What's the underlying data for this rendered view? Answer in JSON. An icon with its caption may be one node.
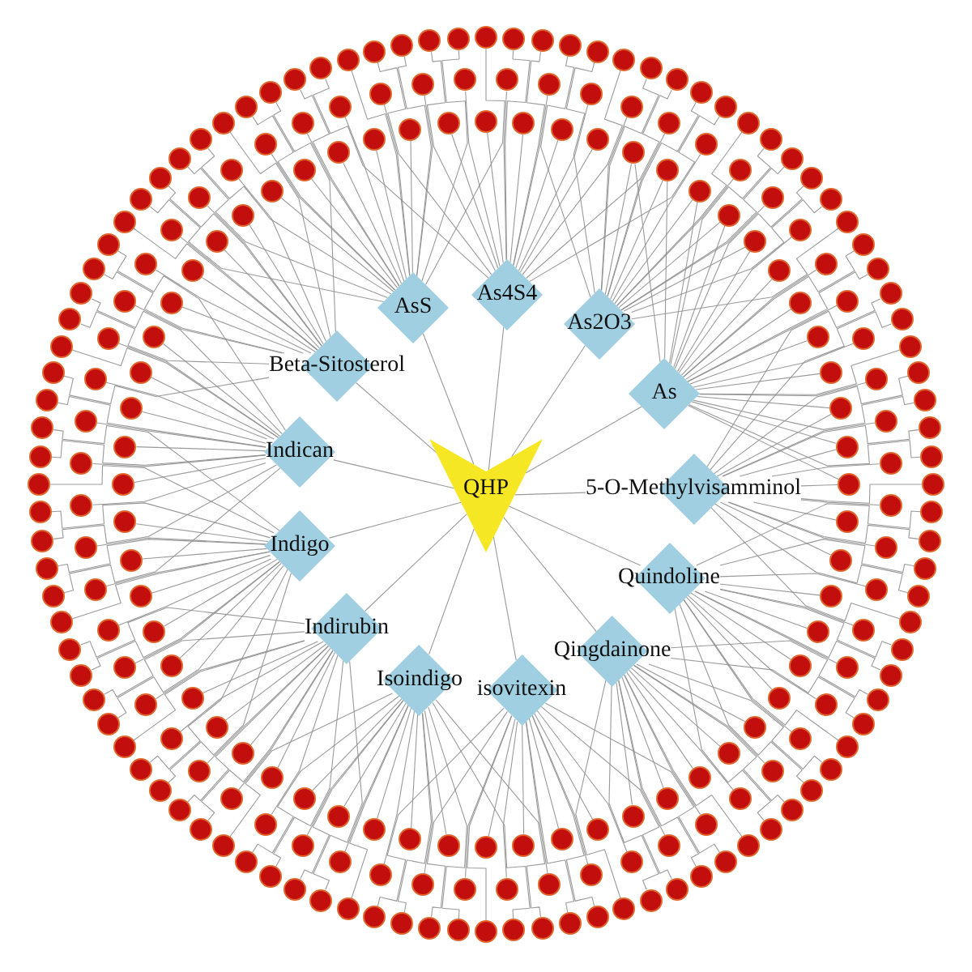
{
  "diagram": {
    "nodes": [
      {
        "text": [
          "QHP"
        ]
      },
      {
        "text": [
          "As4S4"
        ]
      },
      {
        "text": [
          "AsS"
        ]
      },
      {
        "text": [
          "As2O3"
        ]
      },
      {
        "text": [
          "Beta-Sitosterol"
        ]
      },
      {
        "text": [
          "As"
        ]
      },
      {
        "text": [
          "Indican"
        ]
      },
      {
        "text": [
          "5-O-Methylvisamminol"
        ]
      },
      {
        "text": [
          "Indigo"
        ]
      },
      {
        "text": [
          "Quindoline"
        ]
      },
      {
        "text": [
          "Indirubin"
        ]
      },
      {
        "text": [
          "Qingdainone"
        ]
      },
      {
        "text": [
          "Isoindigo"
        ]
      },
      {
        "text": [
          "isovitexin"
        ]
      },
      {
        "text": [],
        "shape": "circle"
      },
      {
        "text": [],
        "shape": "circle"
      },
      {
        "text": [],
        "shape": "circle"
      },
      {
        "text": [],
        "shape": "circle"
      },
      {
        "text": [],
        "shape": "circle"
      },
      {
        "text": [],
        "shape": "circle"
      },
      {
        "text": [],
        "shape": "circle"
      },
      {
        "text": [],
        "shape": "circle"
      },
      {
        "text": [],
        "shape": "circle"
      },
      {
        "text": [],
        "shape": "circle"
      },
      {
        "text": [],
        "shape": "circle"
      },
      {
        "text": [],
        "shape": "circle"
      },
      {
        "text": [],
        "shape": "circle"
      },
      {
        "text": [],
        "shape": "circle"
      },
      {
        "text": [],
        "shape": "circle"
      },
      {
        "text": [],
        "shape": "circle"
      },
      {
        "text": [],
        "shape": "circle"
      },
      {
        "text": [],
        "shape": "circle"
      },
      {
        "text": [],
        "shape": "circle"
      },
      {
        "text": [],
        "shape": "circle"
      },
      {
        "text": [],
        "shape": "circle"
      },
      {
        "text": [],
        "shape": "circle"
      },
      {
        "text": [],
        "shape": "circle"
      },
      {
        "text": [],
        "shape": "circle"
      },
      {
        "text": [],
        "shape": "circle"
      },
      {
        "text": [],
        "shape": "circle"
      },
      {
        "text": [],
        "shape": "circle"
      },
      {
        "text": [],
        "shape": "circle"
      },
      {
        "text": [],
        "shape": "circle"
      },
      {
        "text": [],
        "shape": "circle"
      },
      {
        "text": [],
        "shape": "circle"
      },
      {
        "text": [],
        "shape": "circle"
      },
      {
        "text": [],
        "shape": "circle"
      },
      {
        "text": [],
        "shape": "circle"
      },
      {
        "text": [],
        "shape": "circle"
      },
      {
        "text": [],
        "shape": "circle"
      },
      {
        "text": [],
        "shape": "circle"
      },
      {
        "text": [],
        "shape": "circle"
      },
      {
        "text": [],
        "shape": "circle"
      },
      {
        "text": [],
        "shape": "circle"
      },
      {
        "text": [],
        "shape": "circle"
      },
      {
        "text": [],
        "shape": "circle"
      },
      {
        "text": [],
        "shape": "circle"
      },
      {
        "text": [],
        "shape": "circle"
      },
      {
        "text": [],
        "shape": "circle"
      },
      {
        "text": [],
        "shape": "circle"
      },
      {
        "text": [],
        "shape": "circle"
      },
      {
        "text": [],
        "shape": "circle"
      },
      {
        "text": [],
        "shape": "circle"
      },
      {
        "text": [],
        "shape": "circle"
      },
      {
        "text": [],
        "shape": "circle"
      },
      {
        "text": [],
        "shape": "circle"
      },
      {
        "text": [],
        "shape": "circle"
      },
      {
        "text": [],
        "shape": "circle"
      },
      {
        "text": [],
        "shape": "circle"
      },
      {
        "text": [],
        "shape": "circle"
      },
      {
        "text": [],
        "shape": "circle"
      },
      {
        "text": [],
        "shape": "circle"
      },
      {
        "text": [],
        "shape": "circle"
      },
      {
        "text": [],
        "shape": "circle"
      },
      {
        "text": [],
        "shape": "circle"
      },
      {
        "text": [],
        "shape": "circle"
      },
      {
        "text": [],
        "shape": "circle"
      },
      {
        "text": [],
        "shape": "circle"
      },
      {
        "text": [],
        "shape": "circle"
      },
      {
        "text": [],
        "shape": "circle"
      },
      {
        "text": [],
        "shape": "circle"
      },
      {
        "text": [],
        "shape": "circle"
      },
      {
        "text": [],
        "shape": "circle"
      },
      {
        "text": [],
        "shape": "circle"
      },
      {
        "text": [],
        "shape": "circle"
      },
      {
        "text": [],
        "shape": "circle"
      },
      {
        "text": [],
        "shape": "circle"
      },
      {
        "text": [],
        "shape": "circle"
      },
      {
        "text": [],
        "shape": "circle"
      },
      {
        "text": [],
        "shape": "circle"
      },
      {
        "text": [],
        "shape": "circle"
      },
      {
        "text": [],
        "shape": "circle"
      },
      {
        "text": [],
        "shape": "circle"
      },
      {
        "text": [],
        "shape": "circle"
      },
      {
        "text": [],
        "shape": "circle"
      },
      {
        "text": [],
        "shape": "circle"
      },
      {
        "text": [],
        "shape": "circle"
      },
      {
        "text": [],
        "shape": "circle"
      },
      {
        "text": [],
        "shape": "circle"
      },
      {
        "text": [],
        "shape": "circle"
      },
      {
        "text": [],
        "shape": "circle"
      },
      {
        "text": [],
        "shape": "circle"
      },
      {
        "text": [],
        "shape": "circle"
      },
      {
        "text": [],
        "shape": "circle"
      },
      {
        "text": [],
        "shape": "circle"
      },
      {
        "text": [],
        "shape": "circle"
      },
      {
        "text": [],
        "shape": "circle"
      },
      {
        "text": [],
        "shape": "circle"
      },
      {
        "text": [],
        "shape": "circle"
      },
      {
        "text": [],
        "shape": "circle"
      },
      {
        "text": [],
        "shape": "circle"
      },
      {
        "text": [],
        "shape": "circle"
      },
      {
        "text": [],
        "shape": "circle"
      },
      {
        "text": [],
        "shape": "circle"
      },
      {
        "text": [],
        "shape": "circle"
      },
      {
        "text": [],
        "shape": "circle"
      },
      {
        "text": [],
        "shape": "circle"
      },
      {
        "text": [],
        "shape": "circle"
      },
      {
        "text": [],
        "shape": "circle"
      },
      {
        "text": [],
        "shape": "circle"
      },
      {
        "text": [],
        "shape": "circle"
      },
      {
        "text": [],
        "shape": "circle"
      },
      {
        "text": [],
        "shape": "circle"
      },
      {
        "text": [],
        "shape": "circle"
      },
      {
        "text": [],
        "shape": "circle"
      },
      {
        "text": [],
        "shape": "circle"
      },
      {
        "text": [],
        "shape": "circle"
      },
      {
        "text": [],
        "shape": "circle"
      },
      {
        "text": [],
        "shape": "circle"
      },
      {
        "text": [],
        "shape": "circle"
      },
      {
        "text": [],
        "shape": "circle"
      },
      {
        "text": [],
        "shape": "circle"
      },
      {
        "text": [],
        "shape": "circle"
      },
      {
        "text": [],
        "shape": "circle"
      },
      {
        "text": [],
        "shape": "circle"
      },
      {
        "text": [],
        "shape": "circle"
      },
      {
        "text": [],
        "shape": "circle"
      },
      {
        "text": [],
        "shape": "circle"
      },
      {
        "text": [],
        "shape": "circle"
      },
      {
        "text": [],
        "shape": "circle"
      },
      {
        "text": [],
        "shape": "circle"
      },
      {
        "text": [],
        "shape": "circle"
      },
      {
        "text": [],
        "shape": "circle"
      },
      {
        "text": [],
        "shape": "circle"
      },
      {
        "text": [],
        "shape": "circle"
      },
      {
        "text": [],
        "shape": "circle"
      },
      {
        "text": [],
        "shape": "circle"
      },
      {
        "text": [],
        "shape": "circle"
      },
      {
        "text": [],
        "shape": "circle"
      },
      {
        "text": [],
        "shape": "circle"
      },
      {
        "text": [],
        "shape": "circle"
      },
      {
        "text": [],
        "shape": "circle"
      },
      {
        "text": [],
        "shape": "circle"
      },
      {
        "text": [],
        "shape": "circle"
      },
      {
        "text": [],
        "shape": "circle"
      },
      {
        "text": [],
        "shape": "circle"
      },
      {
        "text": [],
        "shape": "circle"
      },
      {
        "text": [],
        "shape": "circle"
      },
      {
        "text": [],
        "shape": "circle"
      },
      {
        "text": [],
        "shape": "circle"
      },
      {
        "text": [],
        "shape": "circle"
      },
      {
        "text": [],
        "shape": "circle"
      },
      {
        "text": [],
        "shape": "circle"
      },
      {
        "text": [],
        "shape": "circle"
      },
      {
        "text": [],
        "shape": "circle"
      },
      {
        "text": [],
        "shape": "circle"
      },
      {
        "text": [],
        "shape": "circle"
      },
      {
        "text": [],
        "shape": "circle"
      },
      {
        "text": [],
        "shape": "circle"
      },
      {
        "text": [],
        "shape": "circle"
      },
      {
        "text": [],
        "shape": "circle"
      },
      {
        "text": [],
        "shape": "circle"
      },
      {
        "text": [],
        "shape": "circle"
      },
      {
        "text": [],
        "shape": "circle"
      },
      {
        "text": [],
        "shape": "circle"
      },
      {
        "text": [],
        "shape": "circle"
      },
      {
        "text": [],
        "shape": "circle"
      },
      {
        "text": [],
        "shape": "circle"
      },
      {
        "text": [],
        "shape": "circle"
      },
      {
        "text": [],
        "shape": "circle"
      },
      {
        "text": [],
        "shape": "circle"
      },
      {
        "text": [],
        "shape": "circle"
      },
      {
        "text": [],
        "shape": "circle"
      },
      {
        "text": [],
        "shape": "circle"
      },
      {
        "text": [],
        "shape": "circle"
      },
      {
        "text": [],
        "shape": "circle"
      },
      {
        "text": [],
        "shape": "circle"
      },
      {
        "text": [],
        "shape": "circle"
      },
      {
        "text": [],
        "shape": "circle"
      },
      {
        "text": [],
        "shape": "circle"
      },
      {
        "text": [],
        "shape": "circle"
      },
      {
        "text": [],
        "shape": "circle"
      },
      {
        "text": [],
        "shape": "circle"
      },
      {
        "text": [],
        "shape": "circle"
      },
      {
        "text": [],
        "shape": "circle"
      },
      {
        "text": [],
        "shape": "circle"
      },
      {
        "text": [],
        "shape": "circle"
      },
      {
        "text": [],
        "shape": "circle"
      },
      {
        "text": [],
        "shape": "circle"
      },
      {
        "text": [],
        "shape": "circle"
      },
      {
        "text": [],
        "shape": "circle"
      },
      {
        "text": [],
        "shape": "circle"
      },
      {
        "text": [],
        "shape": "circle"
      },
      {
        "text": [],
        "shape": "circle"
      },
      {
        "text": [],
        "shape": "circle"
      },
      {
        "text": [],
        "shape": "circle"
      },
      {
        "text": [],
        "shape": "circle"
      },
      {
        "text": [],
        "shape": "circle"
      },
      {
        "text": [],
        "shape": "circle"
      },
      {
        "text": [],
        "shape": "circle"
      },
      {
        "text": [],
        "shape": "circle"
      },
      {
        "text": [],
        "shape": "circle"
      },
      {
        "text": [],
        "shape": "circle"
      },
      {
        "text": [],
        "shape": "circle"
      },
      {
        "text": [],
        "shape": "circle"
      },
      {
        "text": [],
        "shape": "circle"
      },
      {
        "text": [],
        "shape": "circle"
      },
      {
        "text": [],
        "shape": "circle"
      },
      {
        "text": [],
        "shape": "circle"
      },
      {
        "text": [],
        "shape": "circle"
      },
      {
        "text": [],
        "shape": "circle"
      },
      {
        "text": [],
        "shape": "circle"
      },
      {
        "text": [],
        "shape": "circle"
      },
      {
        "text": [],
        "shape": "circle"
      },
      {
        "text": [],
        "shape": "circle"
      },
      {
        "text": [],
        "shape": "circle"
      },
      {
        "text": [],
        "shape": "circle"
      },
      {
        "text": [],
        "shape": "circle"
      },
      {
        "text": [],
        "shape": "circle"
      },
      {
        "text": [],
        "shape": "circle"
      },
      {
        "text": [],
        "shape": "circle"
      },
      {
        "text": [],
        "shape": "circle"
      },
      {
        "text": [],
        "shape": "circle"
      },
      {
        "text": [],
        "shape": "circle"
      }
    ],
    "edges": [
      {
        "from": 0,
        "to": 1,
        "arrow": "none"
      },
      {
        "from": 0,
        "to": 2,
        "arrow": "none"
      },
      {
        "from": 0,
        "to": 3,
        "arrow": "none"
      },
      {
        "from": 0,
        "to": 4,
        "arrow": "none"
      },
      {
        "from": 0,
        "to": 5,
        "arrow": "none"
      },
      {
        "from": 0,
        "to": 6,
        "arrow": "none"
      },
      {
        "from": 0,
        "to": 7,
        "arrow": "none"
      },
      {
        "from": 0,
        "to": 8,
        "arrow": "none"
      },
      {
        "from": 0,
        "to": 9,
        "arrow": "none"
      },
      {
        "from": 0,
        "to": 10,
        "arrow": "none"
      },
      {
        "from": 0,
        "to": 11,
        "arrow": "none"
      },
      {
        "from": 0,
        "to": 12,
        "arrow": "none"
      },
      {
        "from": 0,
        "to": 13,
        "arrow": "none"
      },
      {
        "from": 2,
        "to": 14,
        "arrow": "none"
      },
      {
        "from": 1,
        "to": 15,
        "arrow": "none"
      },
      {
        "from": 1,
        "to": 16,
        "arrow": "none"
      },
      {
        "from": 3,
        "to": 17,
        "arrow": "none"
      },
      {
        "from": 3,
        "to": 18,
        "arrow": "none"
      },
      {
        "from": 1,
        "to": 19,
        "arrow": "none"
      },
      {
        "from": 3,
        "to": 20,
        "arrow": "none"
      },
      {
        "from": 1,
        "to": 21,
        "arrow": "none"
      },
      {
        "from": 3,
        "to": 22,
        "arrow": "none"
      },
      {
        "from": 1,
        "to": 23,
        "arrow": "none"
      },
      {
        "from": 3,
        "to": 24,
        "arrow": "none"
      },
      {
        "from": 5,
        "to": 25,
        "arrow": "none"
      },
      {
        "from": 3,
        "to": 26,
        "arrow": "none"
      },
      {
        "from": 5,
        "to": 27,
        "arrow": "none"
      },
      {
        "from": 3,
        "to": 28,
        "arrow": "none"
      },
      {
        "from": 3,
        "to": 29,
        "arrow": "none"
      },
      {
        "from": 5,
        "to": 30,
        "arrow": "none"
      },
      {
        "from": 5,
        "to": 31,
        "arrow": "none"
      },
      {
        "from": 7,
        "to": 32,
        "arrow": "none"
      },
      {
        "from": 7,
        "to": 33,
        "arrow": "none"
      },
      {
        "from": 5,
        "to": 34,
        "arrow": "none"
      },
      {
        "from": 7,
        "to": 35,
        "arrow": "none"
      },
      {
        "from": 5,
        "to": 36,
        "arrow": "none"
      },
      {
        "from": 7,
        "to": 37,
        "arrow": "none"
      },
      {
        "from": 5,
        "to": 38,
        "arrow": "none"
      },
      {
        "from": 7,
        "to": 39,
        "arrow": "none"
      },
      {
        "from": 9,
        "to": 40,
        "arrow": "none"
      },
      {
        "from": 7,
        "to": 41,
        "arrow": "none"
      },
      {
        "from": 9,
        "to": 42,
        "arrow": "none"
      },
      {
        "from": 7,
        "to": 43,
        "arrow": "none"
      },
      {
        "from": 7,
        "to": 44,
        "arrow": "none"
      },
      {
        "from": 9,
        "to": 45,
        "arrow": "none"
      },
      {
        "from": 9,
        "to": 46,
        "arrow": "none"
      },
      {
        "from": 11,
        "to": 47,
        "arrow": "none"
      },
      {
        "from": 11,
        "to": 48,
        "arrow": "none"
      },
      {
        "from": 9,
        "to": 49,
        "arrow": "none"
      },
      {
        "from": 11,
        "to": 50,
        "arrow": "none"
      },
      {
        "from": 9,
        "to": 51,
        "arrow": "none"
      },
      {
        "from": 11,
        "to": 52,
        "arrow": "none"
      },
      {
        "from": 9,
        "to": 53,
        "arrow": "none"
      },
      {
        "from": 11,
        "to": 54,
        "arrow": "none"
      },
      {
        "from": 13,
        "to": 55,
        "arrow": "none"
      },
      {
        "from": 11,
        "to": 56,
        "arrow": "none"
      },
      {
        "from": 13,
        "to": 57,
        "arrow": "none"
      },
      {
        "from": 11,
        "to": 58,
        "arrow": "none"
      },
      {
        "from": 11,
        "to": 59,
        "arrow": "none"
      },
      {
        "from": 13,
        "to": 60,
        "arrow": "none"
      },
      {
        "from": 13,
        "to": 61,
        "arrow": "none"
      },
      {
        "from": 12,
        "to": 62,
        "arrow": "none"
      },
      {
        "from": 12,
        "to": 63,
        "arrow": "none"
      },
      {
        "from": 13,
        "to": 64,
        "arrow": "none"
      },
      {
        "from": 12,
        "to": 65,
        "arrow": "none"
      },
      {
        "from": 13,
        "to": 66,
        "arrow": "none"
      },
      {
        "from": 12,
        "to": 67,
        "arrow": "none"
      },
      {
        "from": 13,
        "to": 68,
        "arrow": "none"
      },
      {
        "from": 12,
        "to": 69,
        "arrow": "none"
      },
      {
        "from": 10,
        "to": 70,
        "arrow": "none"
      },
      {
        "from": 12,
        "to": 71,
        "arrow": "none"
      },
      {
        "from": 10,
        "to": 72,
        "arrow": "none"
      },
      {
        "from": 12,
        "to": 73,
        "arrow": "none"
      },
      {
        "from": 12,
        "to": 74,
        "arrow": "none"
      },
      {
        "from": 10,
        "to": 75,
        "arrow": "none"
      },
      {
        "from": 10,
        "to": 76,
        "arrow": "none"
      },
      {
        "from": 8,
        "to": 77,
        "arrow": "none"
      },
      {
        "from": 8,
        "to": 78,
        "arrow": "none"
      },
      {
        "from": 10,
        "to": 79,
        "arrow": "none"
      },
      {
        "from": 8,
        "to": 80,
        "arrow": "none"
      },
      {
        "from": 10,
        "to": 81,
        "arrow": "none"
      },
      {
        "from": 8,
        "to": 82,
        "arrow": "none"
      },
      {
        "from": 10,
        "to": 83,
        "arrow": "none"
      },
      {
        "from": 8,
        "to": 84,
        "arrow": "none"
      },
      {
        "from": 6,
        "to": 85,
        "arrow": "none"
      },
      {
        "from": 8,
        "to": 86,
        "arrow": "none"
      },
      {
        "from": 6,
        "to": 87,
        "arrow": "none"
      },
      {
        "from": 8,
        "to": 88,
        "arrow": "none"
      },
      {
        "from": 8,
        "to": 89,
        "arrow": "none"
      },
      {
        "from": 6,
        "to": 90,
        "arrow": "none"
      },
      {
        "from": 8,
        "to": 91,
        "arrow": "none"
      },
      {
        "from": 6,
        "to": 92,
        "arrow": "none"
      },
      {
        "from": 4,
        "to": 93,
        "arrow": "none"
      },
      {
        "from": 6,
        "to": 94,
        "arrow": "none"
      },
      {
        "from": 4,
        "to": 95,
        "arrow": "none"
      },
      {
        "from": 6,
        "to": 96,
        "arrow": "none"
      },
      {
        "from": 4,
        "to": 97,
        "arrow": "none"
      },
      {
        "from": 6,
        "to": 98,
        "arrow": "none"
      },
      {
        "from": 4,
        "to": 99,
        "arrow": "none"
      },
      {
        "from": 2,
        "to": 100,
        "arrow": "none"
      },
      {
        "from": 4,
        "to": 101,
        "arrow": "none"
      },
      {
        "from": 2,
        "to": 102,
        "arrow": "none"
      },
      {
        "from": 2,
        "to": 103,
        "arrow": "none"
      },
      {
        "from": 4,
        "to": 104,
        "arrow": "none"
      },
      {
        "from": 2,
        "to": 105,
        "arrow": "none"
      },
      {
        "from": 4,
        "to": 106,
        "arrow": "none"
      },
      {
        "from": 2,
        "to": 107,
        "arrow": "none"
      },
      {
        "from": 1,
        "to": 108,
        "arrow": "none"
      },
      {
        "from": 2,
        "to": 109,
        "arrow": "none"
      },
      {
        "from": 1,
        "to": 110,
        "arrow": "none"
      },
      {
        "from": 2,
        "to": 111,
        "arrow": "none"
      },
      {
        "from": 1,
        "to": 112,
        "arrow": "none"
      },
      {
        "from": 2,
        "to": 113,
        "arrow": "none"
      },
      {
        "from": 1,
        "to": 114,
        "arrow": "none"
      },
      {
        "from": 1,
        "to": 115,
        "arrow": "none"
      },
      {
        "from": 1,
        "to": 116,
        "arrow": "none"
      },
      {
        "from": 3,
        "to": 117,
        "arrow": "none"
      },
      {
        "from": 3,
        "to": 118,
        "arrow": "none"
      },
      {
        "from": 3,
        "to": 119,
        "arrow": "none"
      },
      {
        "from": 3,
        "to": 120,
        "arrow": "none"
      },
      {
        "from": 3,
        "to": 121,
        "arrow": "none"
      },
      {
        "from": 5,
        "to": 122,
        "arrow": "none"
      },
      {
        "from": 5,
        "to": 123,
        "arrow": "none"
      },
      {
        "from": 5,
        "to": 124,
        "arrow": "none"
      },
      {
        "from": 5,
        "to": 125,
        "arrow": "none"
      },
      {
        "from": 5,
        "to": 126,
        "arrow": "none"
      },
      {
        "from": 7,
        "to": 127,
        "arrow": "none"
      },
      {
        "from": 7,
        "to": 128,
        "arrow": "none"
      },
      {
        "from": 7,
        "to": 129,
        "arrow": "none"
      },
      {
        "from": 7,
        "to": 130,
        "arrow": "none"
      },
      {
        "from": 9,
        "to": 131,
        "arrow": "none"
      },
      {
        "from": 9,
        "to": 132,
        "arrow": "none"
      },
      {
        "from": 9,
        "to": 133,
        "arrow": "none"
      },
      {
        "from": 9,
        "to": 134,
        "arrow": "none"
      },
      {
        "from": 9,
        "to": 135,
        "arrow": "none"
      },
      {
        "from": 11,
        "to": 136,
        "arrow": "none"
      },
      {
        "from": 11,
        "to": 137,
        "arrow": "none"
      },
      {
        "from": 11,
        "to": 138,
        "arrow": "none"
      },
      {
        "from": 11,
        "to": 139,
        "arrow": "none"
      },
      {
        "from": 13,
        "to": 140,
        "arrow": "none"
      },
      {
        "from": 13,
        "to": 141,
        "arrow": "none"
      },
      {
        "from": 13,
        "to": 142,
        "arrow": "none"
      },
      {
        "from": 13,
        "to": 143,
        "arrow": "none"
      },
      {
        "from": 13,
        "to": 144,
        "arrow": "none"
      },
      {
        "from": 12,
        "to": 145,
        "arrow": "none"
      },
      {
        "from": 12,
        "to": 146,
        "arrow": "none"
      },
      {
        "from": 12,
        "to": 147,
        "arrow": "none"
      },
      {
        "from": 12,
        "to": 148,
        "arrow": "none"
      },
      {
        "from": 10,
        "to": 149,
        "arrow": "none"
      },
      {
        "from": 10,
        "to": 150,
        "arrow": "none"
      },
      {
        "from": 10,
        "to": 151,
        "arrow": "none"
      },
      {
        "from": 10,
        "to": 152,
        "arrow": "none"
      },
      {
        "from": 10,
        "to": 153,
        "arrow": "none"
      },
      {
        "from": 8,
        "to": 154,
        "arrow": "none"
      },
      {
        "from": 8,
        "to": 155,
        "arrow": "none"
      },
      {
        "from": 8,
        "to": 156,
        "arrow": "none"
      },
      {
        "from": 8,
        "to": 157,
        "arrow": "none"
      },
      {
        "from": 6,
        "to": 158,
        "arrow": "none"
      },
      {
        "from": 6,
        "to": 159,
        "arrow": "none"
      },
      {
        "from": 6,
        "to": 160,
        "arrow": "none"
      },
      {
        "from": 6,
        "to": 161,
        "arrow": "none"
      },
      {
        "from": 6,
        "to": 162,
        "arrow": "none"
      },
      {
        "from": 4,
        "to": 163,
        "arrow": "none"
      },
      {
        "from": 4,
        "to": 164,
        "arrow": "none"
      },
      {
        "from": 4,
        "to": 165,
        "arrow": "none"
      },
      {
        "from": 4,
        "to": 166,
        "arrow": "none"
      },
      {
        "from": 4,
        "to": 167,
        "arrow": "none"
      },
      {
        "from": 2,
        "to": 168,
        "arrow": "none"
      },
      {
        "from": 2,
        "to": 169,
        "arrow": "none"
      },
      {
        "from": 2,
        "to": 170,
        "arrow": "none"
      },
      {
        "from": 2,
        "to": 171,
        "arrow": "none"
      },
      {
        "from": 2,
        "to": 172,
        "arrow": "none"
      },
      {
        "from": 1,
        "to": 173,
        "arrow": "none"
      },
      {
        "from": 1,
        "to": 174,
        "arrow": "none"
      },
      {
        "from": 1,
        "to": 175,
        "arrow": "none"
      },
      {
        "from": 1,
        "to": 176,
        "arrow": "none"
      },
      {
        "from": 1,
        "to": 177,
        "arrow": "none"
      },
      {
        "from": 3,
        "to": 178,
        "arrow": "none"
      },
      {
        "from": 3,
        "to": 179,
        "arrow": "none"
      },
      {
        "from": 3,
        "to": 180,
        "arrow": "none"
      },
      {
        "from": 3,
        "to": 181,
        "arrow": "none"
      },
      {
        "from": 3,
        "to": 182,
        "arrow": "none"
      },
      {
        "from": 5,
        "to": 183,
        "arrow": "none"
      },
      {
        "from": 5,
        "to": 184,
        "arrow": "none"
      },
      {
        "from": 5,
        "to": 185,
        "arrow": "none"
      },
      {
        "from": 5,
        "to": 186,
        "arrow": "none"
      },
      {
        "from": 7,
        "to": 187,
        "arrow": "none"
      },
      {
        "from": 7,
        "to": 188,
        "arrow": "none"
      },
      {
        "from": 7,
        "to": 189,
        "arrow": "none"
      },
      {
        "from": 7,
        "to": 190,
        "arrow": "none"
      },
      {
        "from": 7,
        "to": 191,
        "arrow": "none"
      },
      {
        "from": 9,
        "to": 192,
        "arrow": "none"
      },
      {
        "from": 9,
        "to": 193,
        "arrow": "none"
      },
      {
        "from": 9,
        "to": 194,
        "arrow": "none"
      },
      {
        "from": 9,
        "to": 195,
        "arrow": "none"
      },
      {
        "from": 11,
        "to": 196,
        "arrow": "none"
      },
      {
        "from": 11,
        "to": 197,
        "arrow": "none"
      },
      {
        "from": 11,
        "to": 198,
        "arrow": "none"
      },
      {
        "from": 11,
        "to": 199,
        "arrow": "none"
      },
      {
        "from": 11,
        "to": 200,
        "arrow": "none"
      },
      {
        "from": 13,
        "to": 201,
        "arrow": "none"
      },
      {
        "from": 13,
        "to": 202,
        "arrow": "none"
      },
      {
        "from": 13,
        "to": 203,
        "arrow": "none"
      },
      {
        "from": 13,
        "to": 204,
        "arrow": "none"
      },
      {
        "from": 12,
        "to": 205,
        "arrow": "none"
      },
      {
        "from": 12,
        "to": 206,
        "arrow": "none"
      },
      {
        "from": 12,
        "to": 207,
        "arrow": "none"
      },
      {
        "from": 12,
        "to": 208,
        "arrow": "none"
      },
      {
        "from": 12,
        "to": 209,
        "arrow": "none"
      },
      {
        "from": 10,
        "to": 210,
        "arrow": "none"
      },
      {
        "from": 10,
        "to": 211,
        "arrow": "none"
      },
      {
        "from": 10,
        "to": 212,
        "arrow": "none"
      },
      {
        "from": 10,
        "to": 213,
        "arrow": "none"
      },
      {
        "from": 8,
        "to": 214,
        "arrow": "none"
      },
      {
        "from": 8,
        "to": 215,
        "arrow": "none"
      },
      {
        "from": 8,
        "to": 216,
        "arrow": "none"
      },
      {
        "from": 8,
        "to": 217,
        "arrow": "none"
      },
      {
        "from": 8,
        "to": 218,
        "arrow": "none"
      },
      {
        "from": 6,
        "to": 219,
        "arrow": "none"
      },
      {
        "from": 6,
        "to": 220,
        "arrow": "none"
      },
      {
        "from": 6,
        "to": 221,
        "arrow": "none"
      },
      {
        "from": 6,
        "to": 222,
        "arrow": "none"
      },
      {
        "from": 6,
        "to": 223,
        "arrow": "none"
      },
      {
        "from": 4,
        "to": 224,
        "arrow": "none"
      },
      {
        "from": 4,
        "to": 225,
        "arrow": "none"
      },
      {
        "from": 4,
        "to": 226,
        "arrow": "none"
      },
      {
        "from": 4,
        "to": 227,
        "arrow": "none"
      },
      {
        "from": 2,
        "to": 228,
        "arrow": "none"
      },
      {
        "from": 2,
        "to": 229,
        "arrow": "none"
      },
      {
        "from": 2,
        "to": 230,
        "arrow": "none"
      },
      {
        "from": 2,
        "to": 231,
        "arrow": "none"
      },
      {
        "from": 2,
        "to": 232,
        "arrow": "none"
      },
      {
        "from": 1,
        "to": 233,
        "arrow": "none"
      },
      {
        "from": 5,
        "to": 178,
        "arrow": "none"
      },
      {
        "from": 5,
        "to": 179,
        "arrow": "none"
      },
      {
        "from": 5,
        "to": 180,
        "arrow": "none"
      },
      {
        "from": 5,
        "to": 181,
        "arrow": "none"
      },
      {
        "from": 5,
        "to": 182,
        "arrow": "none"
      },
      {
        "from": 5,
        "to": 187,
        "arrow": "none"
      },
      {
        "from": 5,
        "to": 188,
        "arrow": "none"
      },
      {
        "from": 5,
        "to": 189,
        "arrow": "none"
      }
    ]
  }
}
